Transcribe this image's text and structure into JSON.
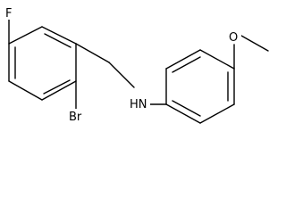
{
  "molecule": {
    "atoms": {
      "fluorine": "F",
      "bromine": "Br",
      "amine": "HN",
      "oxygen": "O"
    }
  }
}
